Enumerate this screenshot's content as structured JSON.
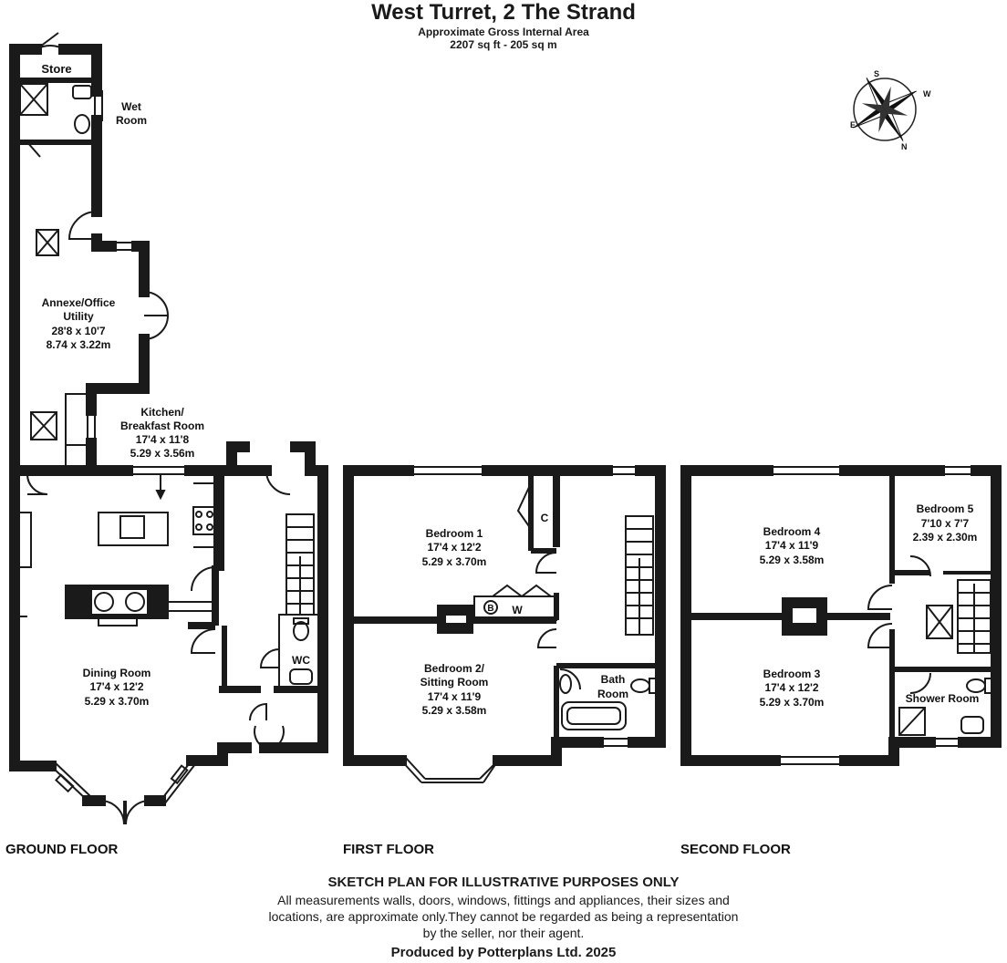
{
  "header": {
    "title": "West Turret, 2 The Strand",
    "area_label": "Approximate Gross Internal Area",
    "area_value": "2207 sq ft - 205 sq m"
  },
  "compass": {
    "letters": [
      "S",
      "W",
      "E",
      "N"
    ]
  },
  "ground_floor": {
    "label": "GROUND FLOOR",
    "store": "Store",
    "wet_room": [
      "Wet",
      "Room"
    ],
    "annexe": [
      "Annexe/Office",
      "Utility",
      "28'8 x 10'7",
      "8.74 x 3.22m"
    ],
    "kitchen": [
      "Kitchen/",
      "Breakfast Room",
      "17'4 x 11'8",
      "5.29 x 3.56m"
    ],
    "dining": [
      "Dining Room",
      "17'4 x 12'2",
      "5.29 x 3.70m"
    ],
    "wc": "WC"
  },
  "first_floor": {
    "label": "FIRST FLOOR",
    "bedroom1": [
      "Bedroom 1",
      "17'4 x 12'2",
      "5.29 x 3.70m"
    ],
    "bedroom2": [
      "Bedroom 2/",
      "Sitting Room",
      "17'4 x 11'9",
      "5.29 x 3.58m"
    ],
    "bath": [
      "Bath",
      "Room"
    ],
    "cupboard": "C",
    "boiler": "B",
    "wardrobe": "W"
  },
  "second_floor": {
    "label": "SECOND FLOOR",
    "bedroom4": [
      "Bedroom 4",
      "17'4 x 11'9",
      "5.29 x 3.58m"
    ],
    "bedroom5": [
      "Bedroom 5",
      "7'10 x 7'7",
      "2.39 x 2.30m"
    ],
    "bedroom3": [
      "Bedroom 3",
      "17'4 x 12'2",
      "5.29 x 3.70m"
    ],
    "shower": "Shower Room"
  },
  "footer": {
    "disclaimer_title": "SKETCH PLAN FOR ILLUSTRATIVE PURPOSES ONLY",
    "disclaimer_text": "All measurements walls, doors, windows, fittings and appliances, their sizes and locations, are approximate only.They cannot be regarded as being a representation by the seller, nor their agent.",
    "produced_by": "Produced by Potterplans Ltd. 2025"
  },
  "colors": {
    "wall": "#1a1a1a",
    "fixture": "#555555",
    "background": "#ffffff"
  }
}
